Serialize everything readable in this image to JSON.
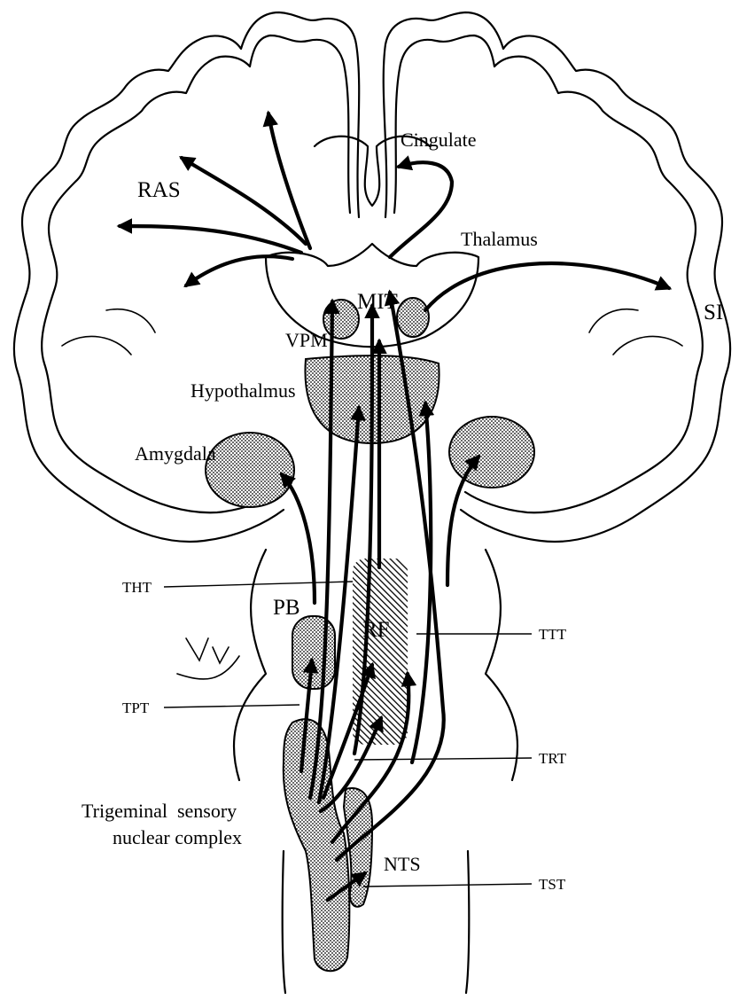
{
  "labels": {
    "cingulate": "Cingulate",
    "ras": "RAS",
    "thalamus": "Thalamus",
    "mit": "MIT",
    "si": "SI",
    "vpm": "VPM",
    "hypothalmus": "Hypothalmus",
    "amygdala": "Amygdala",
    "tht": "THT",
    "pb": "PB",
    "rf": "RF",
    "ttt": "TTT",
    "tpt": "TPT",
    "trt": "TRT",
    "trigeminal_line1": "Trigeminal  sensory",
    "trigeminal_line2": "nuclear complex",
    "nts": "NTS",
    "tst": "TST"
  },
  "colors": {
    "ink": "#000000",
    "paper": "#ffffff",
    "shade": "#9a9a9a"
  }
}
